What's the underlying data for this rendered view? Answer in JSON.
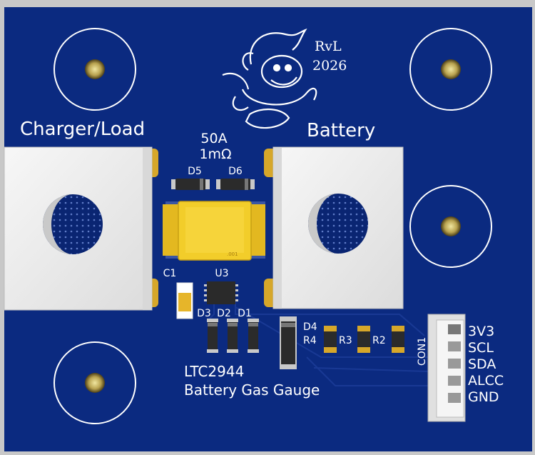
{
  "board": {
    "signature": "RvL",
    "year": "2026",
    "left_terminal_label": "Charger/Load",
    "right_terminal_label": "Battery",
    "shunt_current": "50A",
    "shunt_resistance": "1mΩ",
    "title": "LTC2944",
    "subtitle": "Battery Gas Gauge"
  },
  "designators": {
    "d5": "D5",
    "d6": "D6",
    "c1": "C1",
    "u3": "U3",
    "d3": "D3",
    "d2": "D2",
    "d1": "D1",
    "d4": "D4",
    "r4": "R4",
    "r3": "R3",
    "r2": "R2",
    "con1": "CON1"
  },
  "connector_pins": [
    "3V3",
    "SCL",
    "SDA",
    "ALCC",
    "GND"
  ],
  "colors": {
    "pcb": "#0b2a80",
    "pcb_dark": "#08205f",
    "silkscreen": "#ffffff",
    "copper_gold": "#d6a72a",
    "shunt_yellow": "#f2cd2a",
    "terminal_white": "#eeeeee",
    "frame_gray": "#c8c8c8"
  }
}
